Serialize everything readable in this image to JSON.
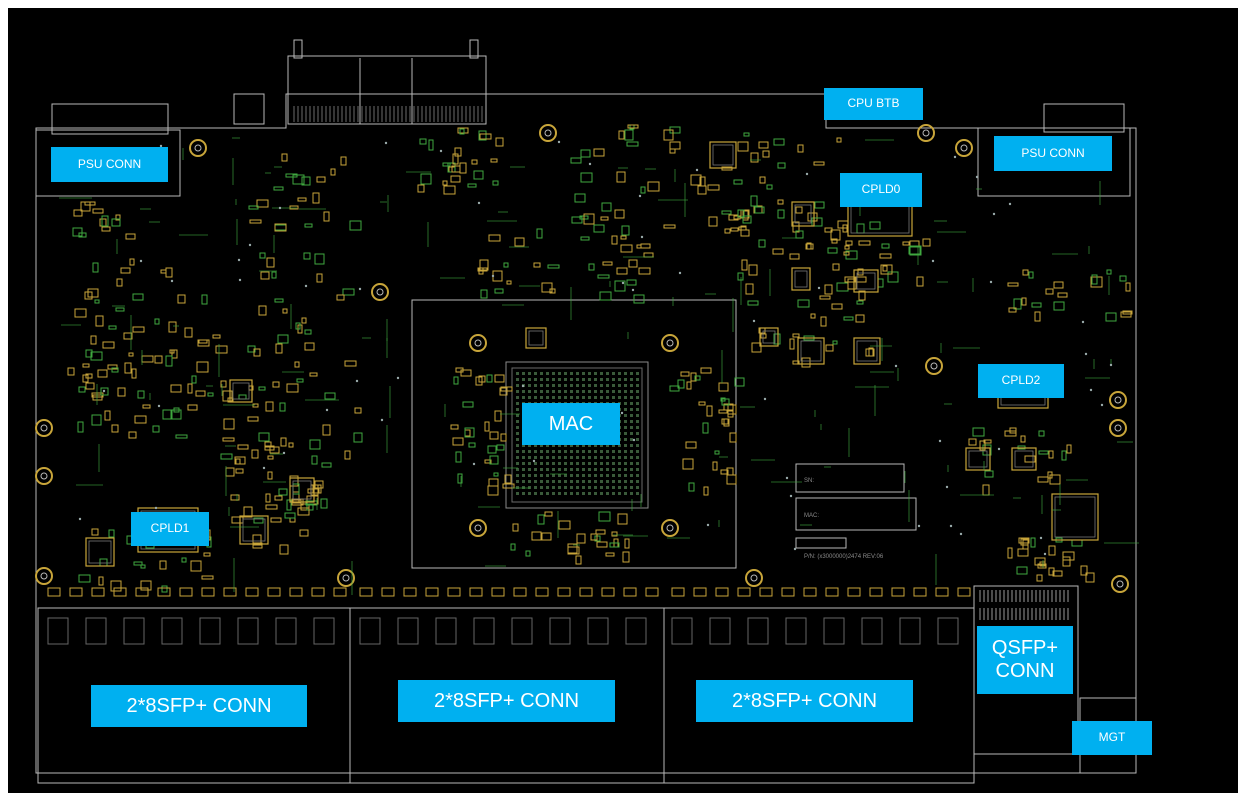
{
  "labels": {
    "psu_left": "PSU CONN",
    "psu_right": "PSU CONN",
    "cpu_btb": "CPU BTB",
    "cpld0": "CPLD0",
    "cpld1": "CPLD1",
    "cpld2": "CPLD2",
    "mac": "MAC",
    "sfp_1": "2*8SFP+ CONN",
    "sfp_2": "2*8SFP+ CONN",
    "sfp_3": "2*8SFP+ CONN",
    "qsfp_line1": "QSFP+",
    "qsfp_line2": "CONN",
    "mgt": "MGT"
  },
  "silkscreen": {
    "box1": "SN:",
    "box2": "MAC:",
    "pcb_id": "P/N: (x3000000)2474 REV:06"
  },
  "colors": {
    "background": "#000000",
    "outline": "#b8b8b8",
    "trace": "#3fa83f",
    "copper": "#c8a53a",
    "label_fill": "#00b0f0",
    "label_text": "#ffffff"
  }
}
